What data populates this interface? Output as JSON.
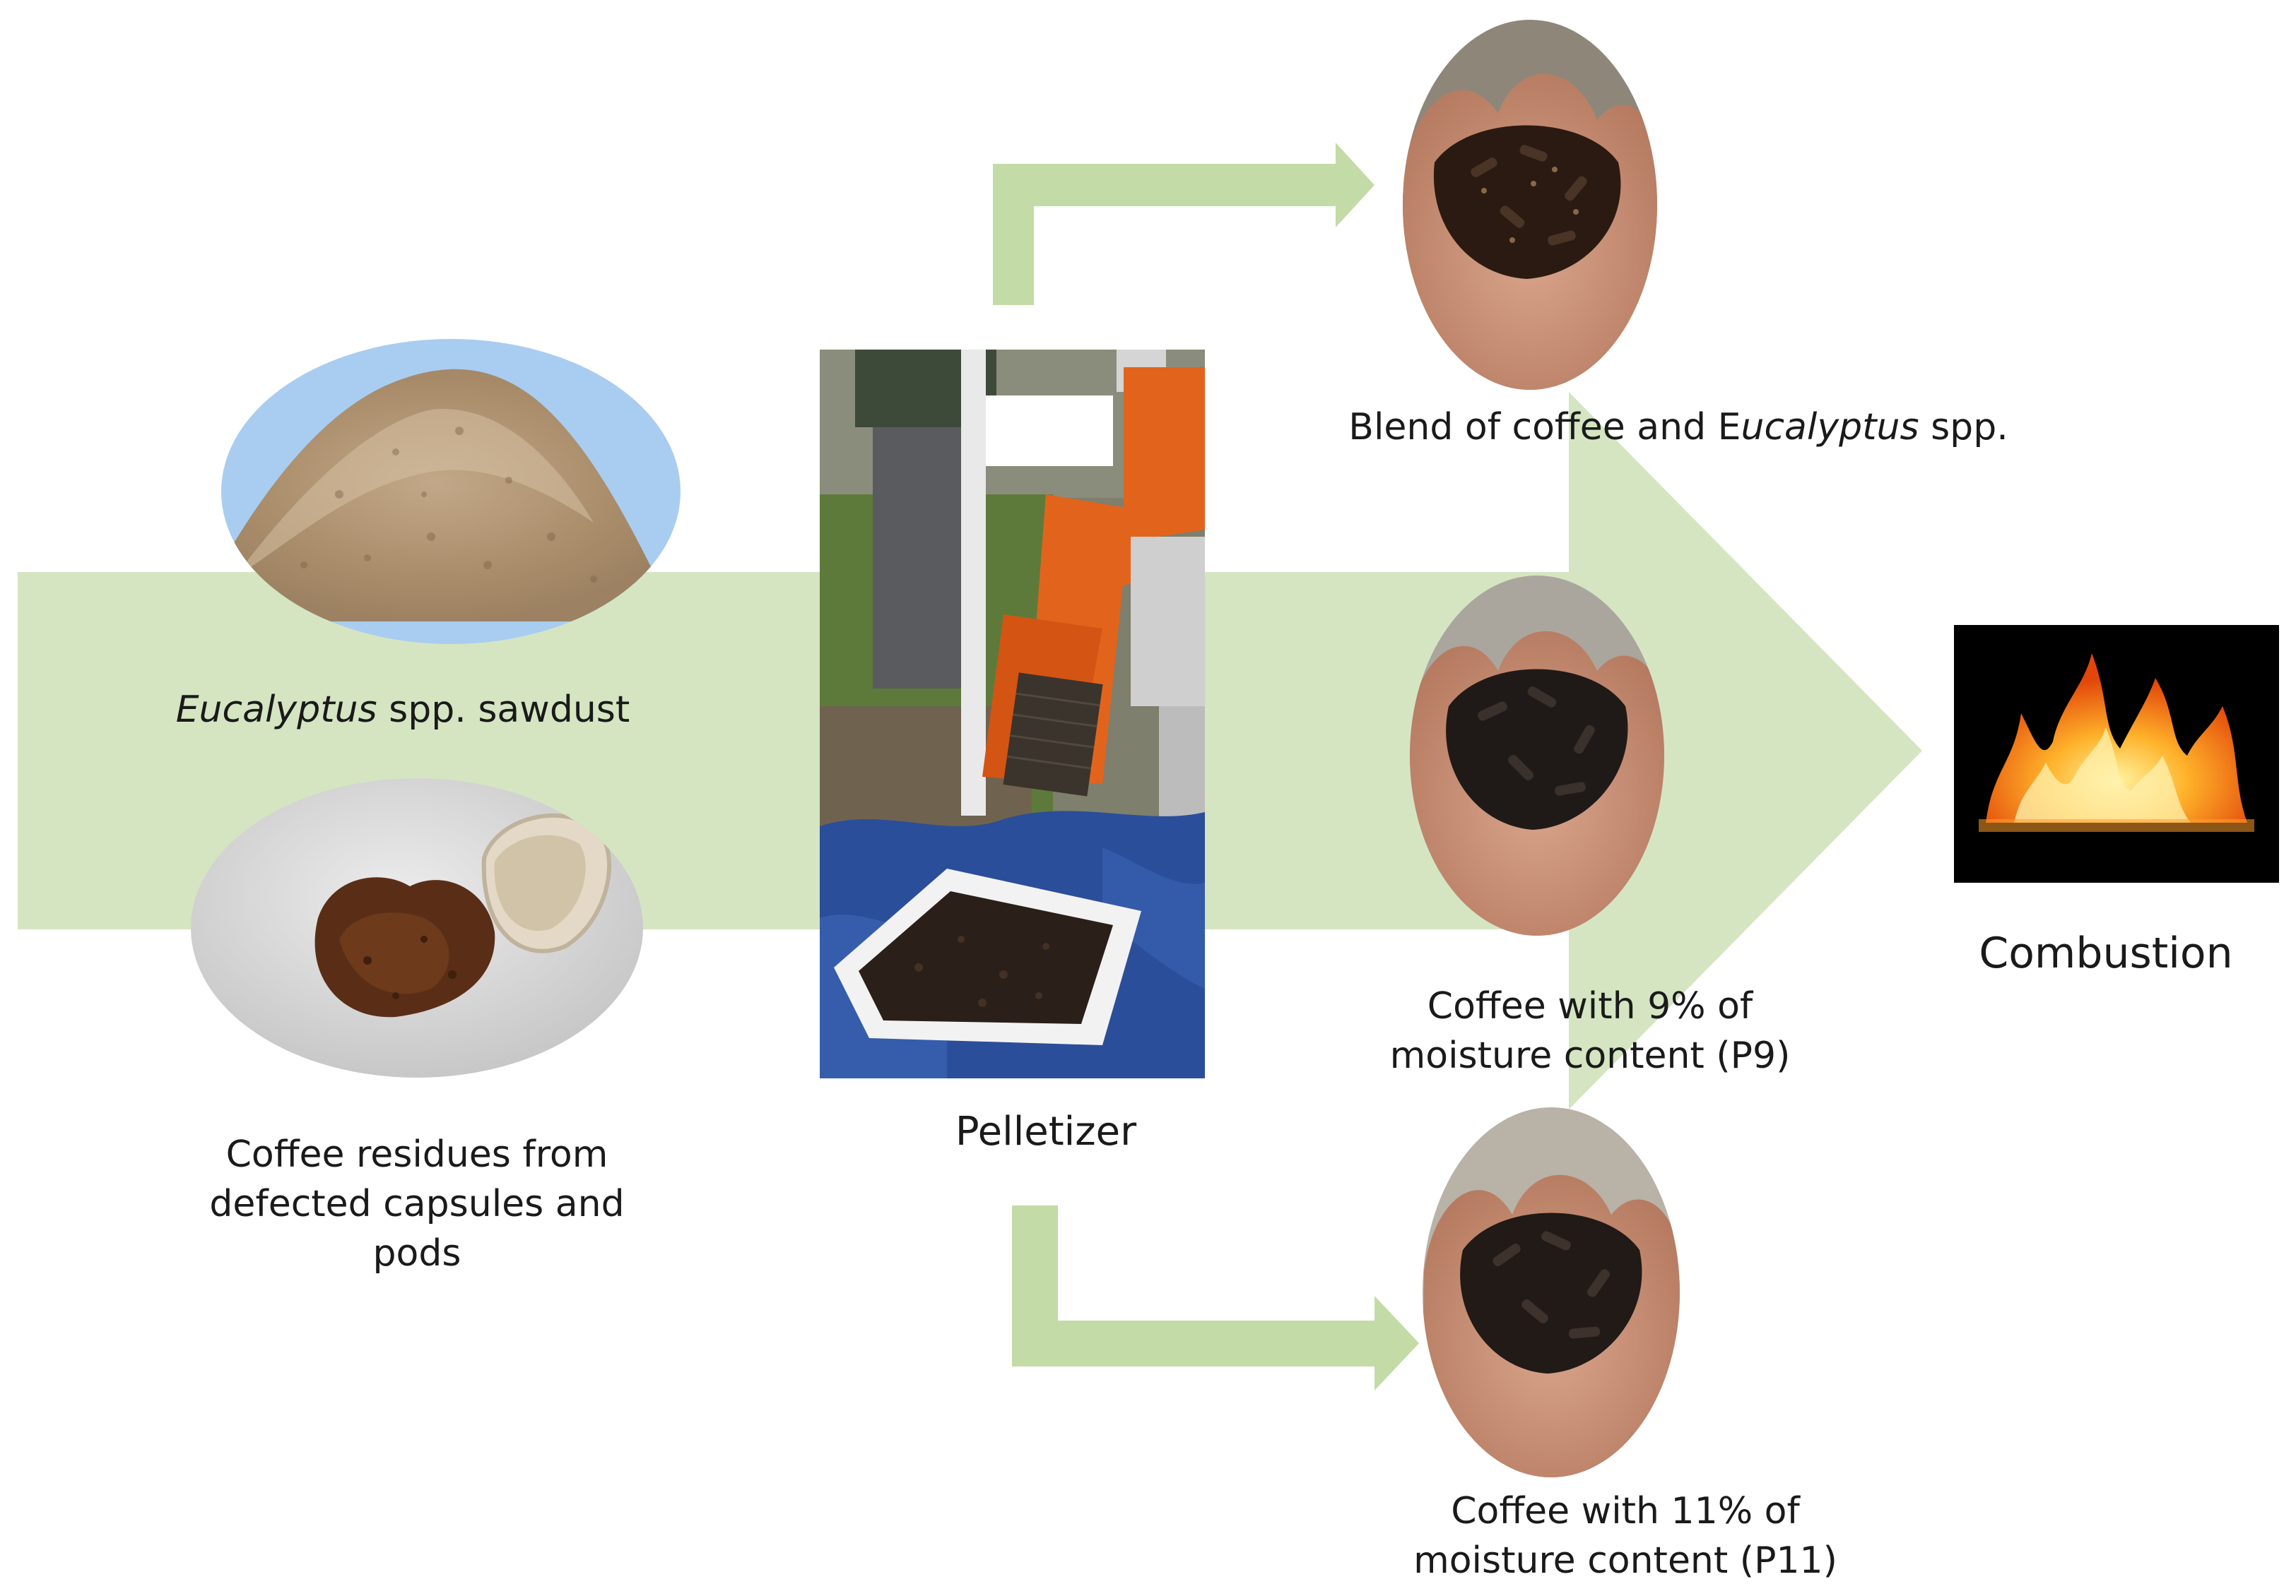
{
  "nodes": {
    "sawdust": {
      "label_italic": "Eucalyptus",
      "label_rest": " spp. sawdust"
    },
    "coffee_residues": {
      "lines": [
        "Coffee residues from",
        "defected capsules and",
        "pods"
      ]
    },
    "pelletizer": {
      "label": "Pelletizer"
    },
    "blend": {
      "label_pre": "Blend of coffee and E",
      "label_italic": "ucalyptus",
      "label_post": " spp."
    },
    "p9": {
      "lines": [
        "Coffee with 9% of",
        "moisture content (P9)"
      ]
    },
    "p11": {
      "lines": [
        "Coffee with 11% of",
        "moisture content (P11)"
      ]
    },
    "combustion": {
      "label": "Combustion"
    }
  },
  "colors": {
    "arrow": "#d5e5c2",
    "arrow_small": "#c3dba6",
    "sky": "#a9cdf0",
    "sawdust": "#b59a78",
    "grey_bg": "#dcdcdc",
    "coffee": "#5a2e16",
    "skin": "#c99079",
    "pellet": "#2a1a12",
    "photo_bg": "#6a6a5a",
    "orange": "#e2641c",
    "tarp": "#2b4e9a",
    "flame": "#ff8a1a"
  }
}
